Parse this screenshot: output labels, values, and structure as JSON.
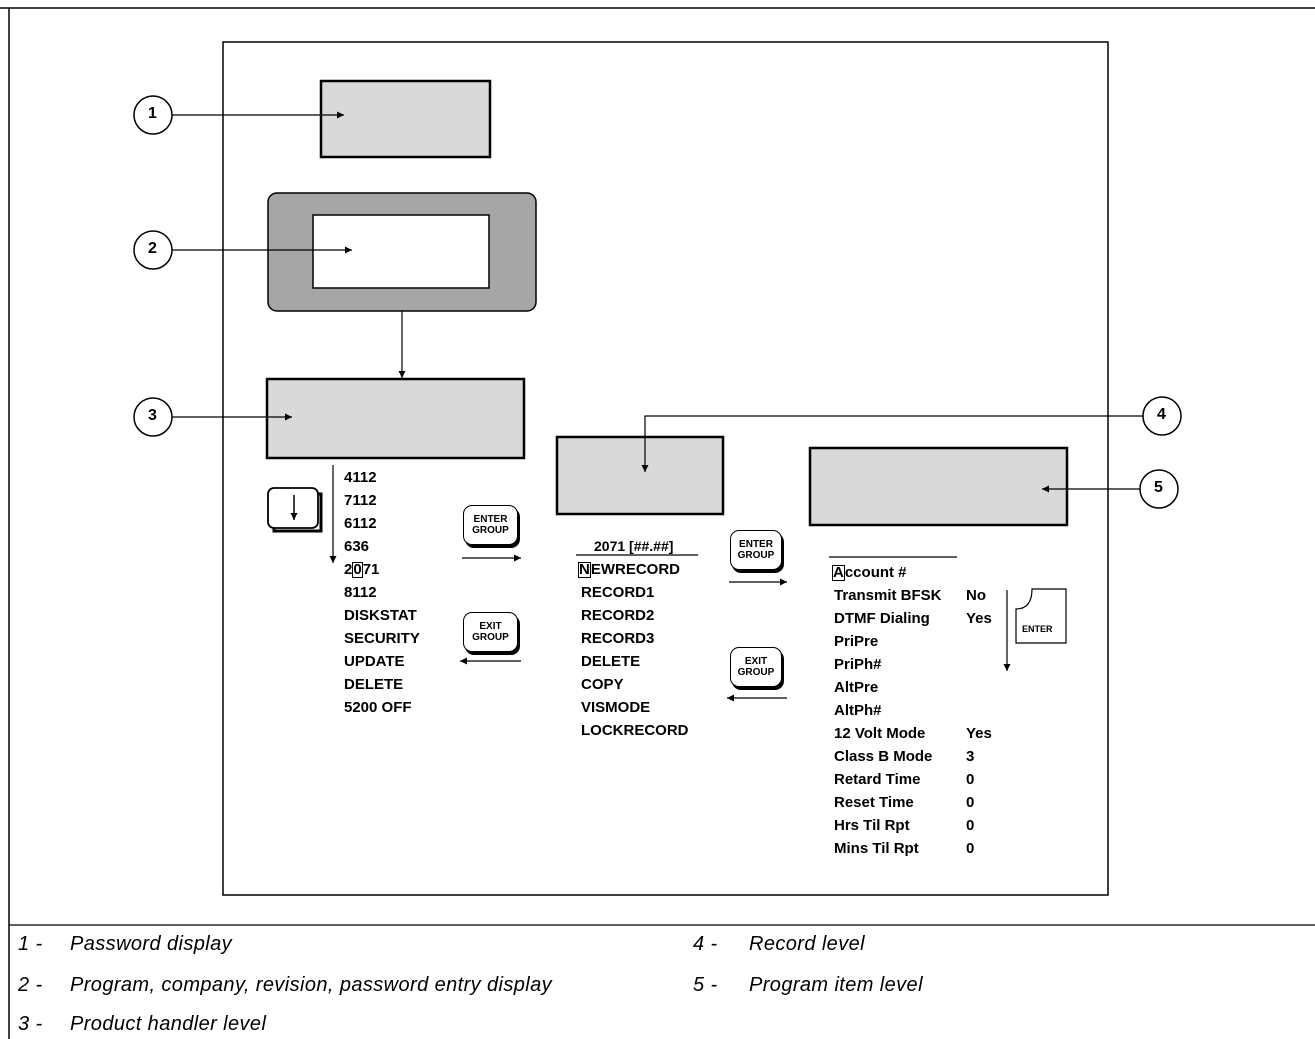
{
  "callouts": [
    "1",
    "2",
    "3",
    "4",
    "5"
  ],
  "product_list": [
    "4112",
    "7112",
    "6112",
    "636",
    "2071",
    "8112",
    "DISKSTAT",
    "SECURITY",
    "UPDATE",
    "DELETE",
    "5200 OFF"
  ],
  "record_header": "2071 [##.##]",
  "record_list": [
    "NEWRECORD",
    "RECORD1",
    "RECORD2",
    "RECORD3",
    "DELETE",
    "COPY",
    "VISMODE",
    "LOCKRECORD"
  ],
  "program_items": [
    {
      "name": "Account #",
      "value": ""
    },
    {
      "name": "Transmit BFSK",
      "value": "No"
    },
    {
      "name": "DTMF Dialing",
      "value": "Yes"
    },
    {
      "name": "PriPre",
      "value": ""
    },
    {
      "name": "PriPh#",
      "value": ""
    },
    {
      "name": "AltPre",
      "value": ""
    },
    {
      "name": "AltPh#",
      "value": ""
    },
    {
      "name": "12 Volt Mode",
      "value": "Yes"
    },
    {
      "name": "Class B Mode",
      "value": "3"
    },
    {
      "name": "Retard Time",
      "value": "0"
    },
    {
      "name": "Reset Time",
      "value": "0"
    },
    {
      "name": "Hrs Til Rpt",
      "value": "0"
    },
    {
      "name": "Mins Til Rpt",
      "value": "0"
    }
  ],
  "keys": {
    "enter_group": [
      "ENTER",
      "GROUP"
    ],
    "exit_group": [
      "EXIT",
      "GROUP"
    ],
    "enter": "ENTER"
  },
  "legend": [
    {
      "num": "1 -",
      "text": "Password display"
    },
    {
      "num": "2 -",
      "text": "Program, company, revision, password entry display"
    },
    {
      "num": "3 -",
      "text": "Product handler level"
    },
    {
      "num": "4 -",
      "text": "Record level"
    },
    {
      "num": "5 -",
      "text": "Program item level"
    }
  ],
  "colors": {
    "display_fill": "#d9d9d9",
    "bezel_fill": "#a6a6a6"
  }
}
